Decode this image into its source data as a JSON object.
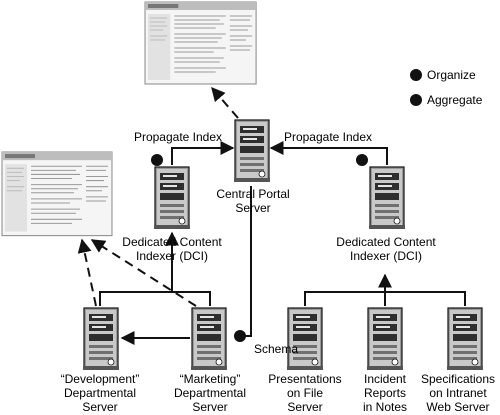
{
  "legend": {
    "organize": "Organize",
    "aggregate": "Aggregate"
  },
  "labels": {
    "propagate_left": "Propagate Index",
    "propagate_right": "Propagate Index",
    "central_portal": "Central Portal\nServer",
    "dci_left": "Dedicated Content\nIndexer (DCI)",
    "dci_right": "Dedicated Content\nIndexer (DCI)",
    "schema": "Schema",
    "development": "“Development”\nDepartmental\nServer",
    "marketing": "“Marketing”\nDepartmental\nServer",
    "presentations": "Presentations\non File\nServer",
    "incident": "Incident\nReports\nin Notes",
    "specifications": "Specifications\non Intranet\nWeb Server"
  },
  "colors": {
    "ink": "#111111",
    "server_body": "#8c8c8c",
    "server_dark": "#3a3a3a",
    "screenshot_bg": "#f4f4f4"
  },
  "icons": {
    "server": "server-tower-icon",
    "portal_page": "portal-screenshot-icon",
    "marker": "filled-circle-icon"
  }
}
